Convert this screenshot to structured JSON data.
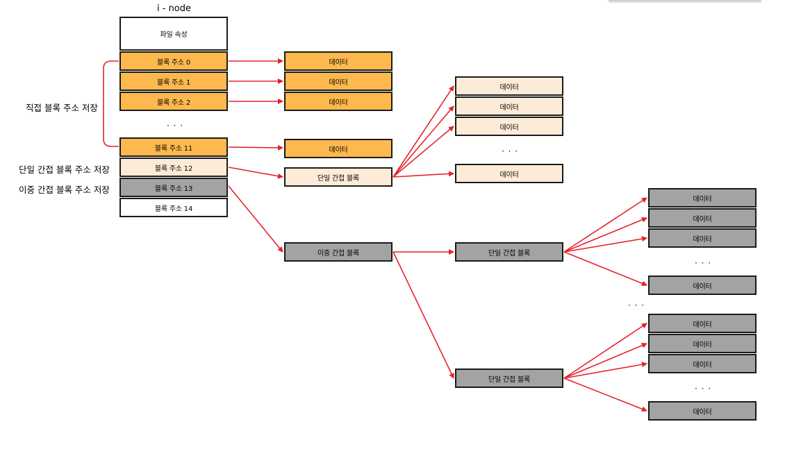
{
  "colors": {
    "arrow": "#e8202a",
    "orange": "#fdb94d",
    "cream": "#fcebd6",
    "gray": "#a3a3a3",
    "border": "#1a1a1a"
  },
  "inode": {
    "title": "i - node",
    "file_attr": "파일 속성",
    "entries": [
      "블록 주소 0",
      "블록 주소 1",
      "블록 주소 2",
      "블록 주소 11",
      "블록 주소 12",
      "블록 주소 13",
      "블록 주소 14"
    ],
    "ellipsis": "· · ·"
  },
  "side_labels": {
    "direct": "직접 블록 주소 저장",
    "single": "단일 간접 블록 주소 저장",
    "double": "이중 간접 블록 주소 저장"
  },
  "blocks": {
    "data": "데이터",
    "single_indirect": "단일 간접 블록",
    "double_indirect": "이중 간접 블록",
    "ellipsis": "· · ·"
  }
}
